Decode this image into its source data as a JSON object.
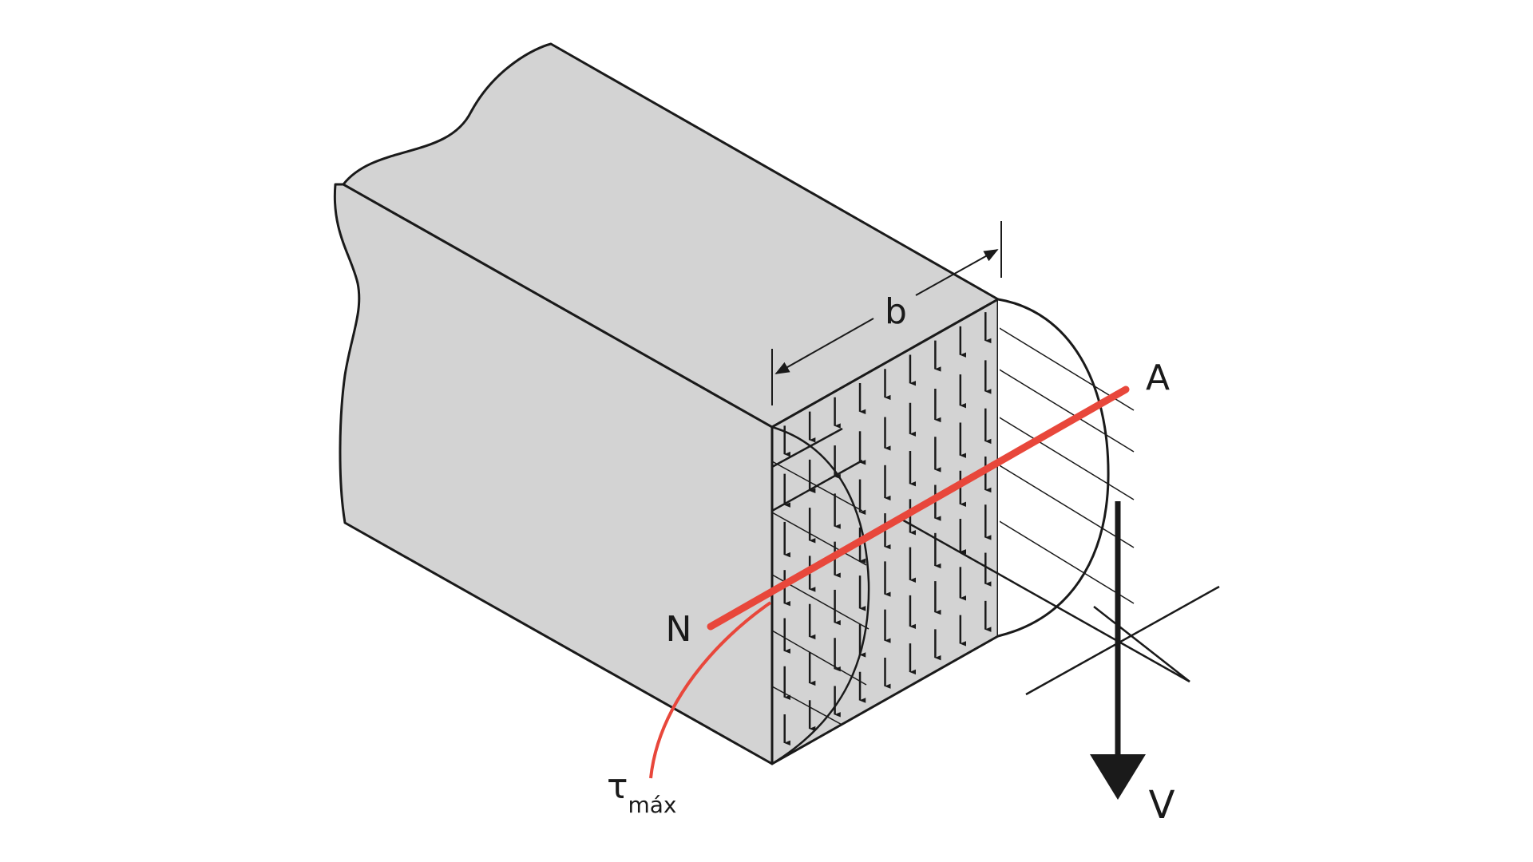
{
  "labels": {
    "width_label": "b",
    "neutral_axis_start": "N",
    "neutral_axis_end": "A",
    "shear_force": "V",
    "max_shear_symbol": "τ",
    "max_shear_subscript": "máx"
  },
  "colors": {
    "beam_fill": "#d3d3d3",
    "outline": "#1a1a1a",
    "neutral_axis": "#e8473b",
    "background": "#ffffff"
  }
}
